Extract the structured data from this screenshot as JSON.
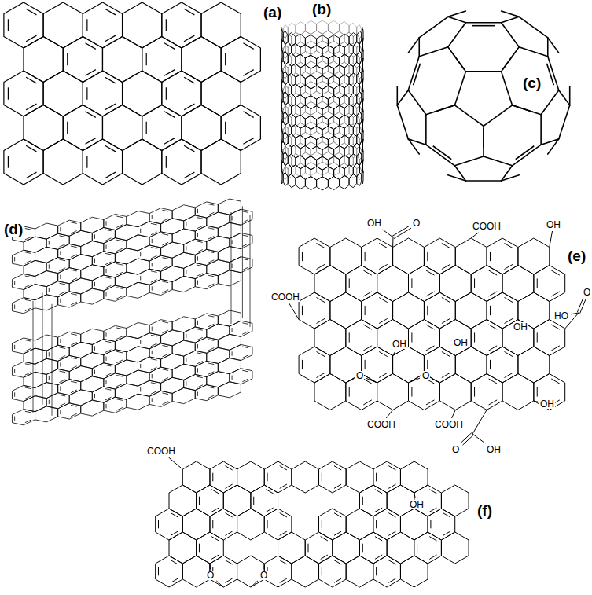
{
  "diagram": {
    "labels": [
      "(a)",
      "(b)",
      "(c)",
      "(d)",
      "OH",
      "O",
      "COOH",
      "OH",
      "(e)",
      "COOH",
      "HO",
      "O",
      "OH",
      "OH",
      "OH",
      "O",
      "O",
      "OH",
      "COOH",
      "COOH",
      "O",
      "OH",
      "COOH",
      "(f)",
      "OH",
      "O",
      "O"
    ]
  }
}
